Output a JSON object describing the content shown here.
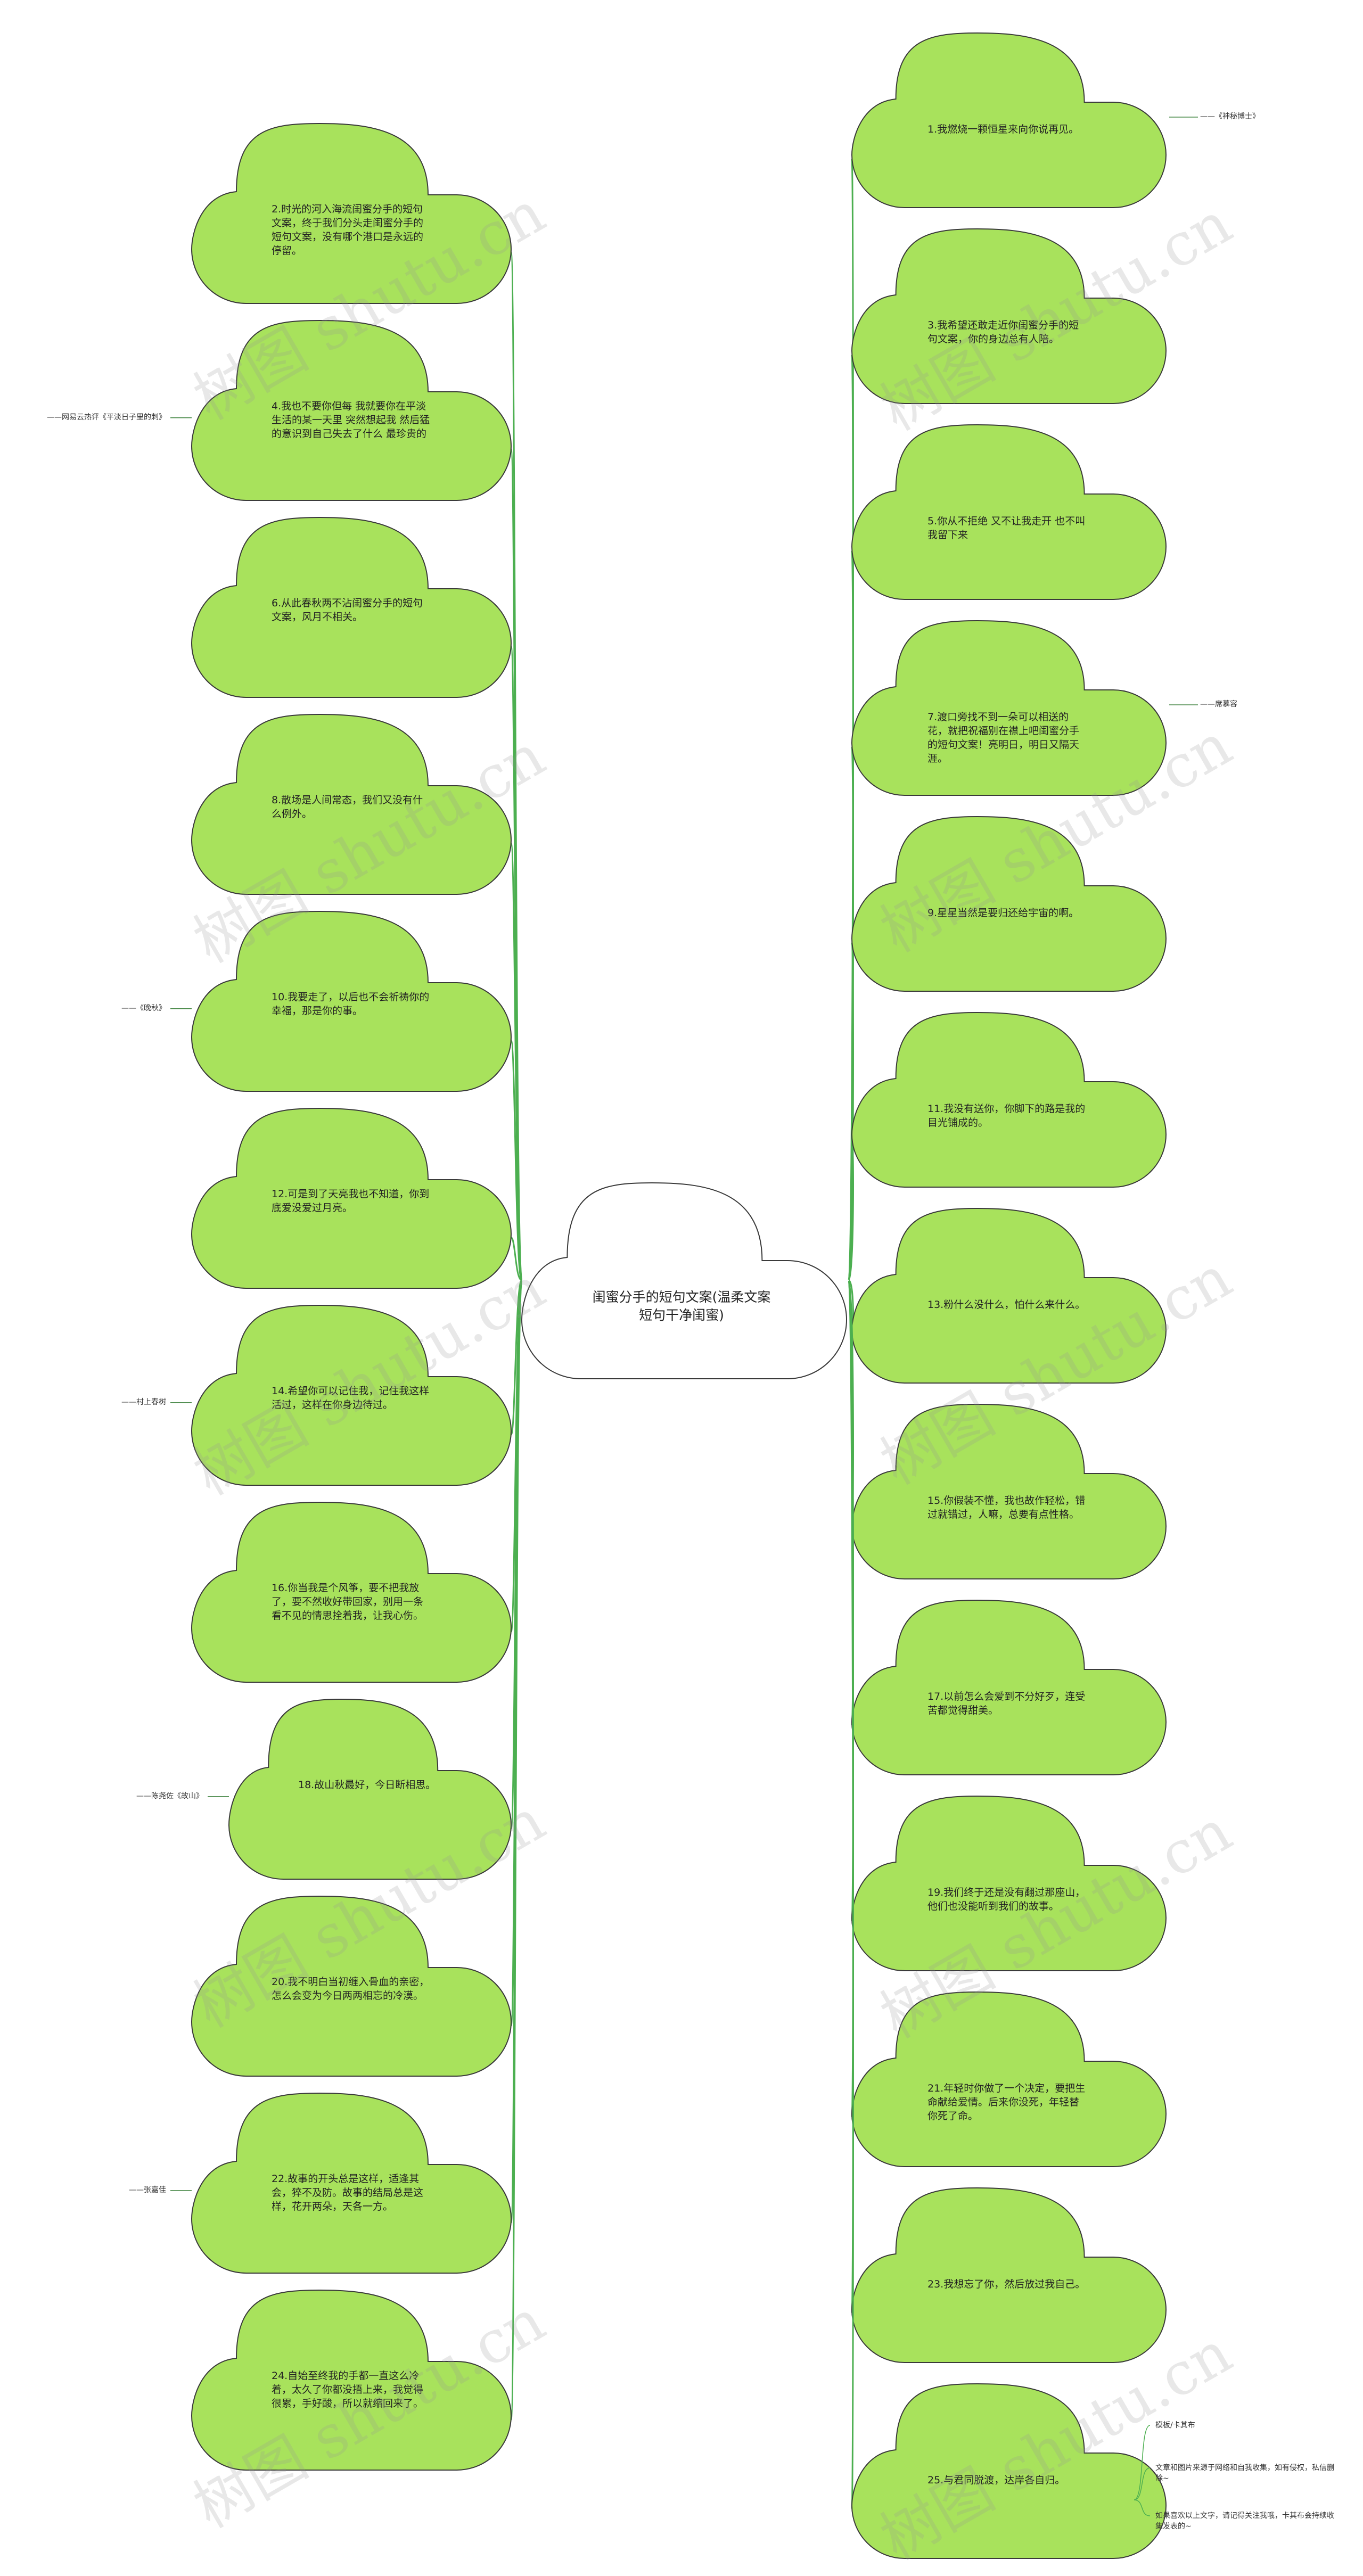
{
  "colors": {
    "cloud_fill": "#a8e25c",
    "cloud_stroke": "#3a3a3a",
    "center_fill": "#ffffff",
    "connector": "#4caf50",
    "source_line": "#4a8a4a"
  },
  "center": {
    "title": "闺蜜分手的短句文案(温柔文案短句干净闺蜜)"
  },
  "left_nodes": [
    {
      "text": "2.时光的河入海流闺蜜分手的短句文案，终于我们分头走闺蜜分手的短句文案，没有哪个港口是永远的停留。",
      "source": ""
    },
    {
      "text": "4.我也不要你但每 我就要你在平淡生活的某一天里 突然想起我 然后猛的意识到自己失去了什么 最珍贵的",
      "source": "——网易云热评《平淡日子里的刺》"
    },
    {
      "text": "6.从此春秋两不沾闺蜜分手的短句文案，风月不相关。",
      "source": ""
    },
    {
      "text": "8.散场是人间常态，我们又没有什么例外。",
      "source": ""
    },
    {
      "text": "10.我要走了，以后也不会祈祷你的幸福，那是你的事。",
      "source": "——《晚秋》"
    },
    {
      "text": "12.可是到了天亮我也不知道，你到底爱没爱过月亮。",
      "source": ""
    },
    {
      "text": "14.希望你可以记住我，记住我这样活过，这样在你身边待过。",
      "source": "——村上春树"
    },
    {
      "text": "16.你当我是个风筝，要不把我放了，要不然收好带回家，别用一条看不见的情思拴着我，让我心伤。",
      "source": ""
    },
    {
      "text": "18.故山秋最好，今日断相思。",
      "source": "——陈尧佐《故山》"
    },
    {
      "text": "20.我不明白当初缠入骨血的亲密，怎么会变为今日两两相忘的冷漠。",
      "source": ""
    },
    {
      "text": "22.故事的开头总是这样，适逢其会，猝不及防。故事的结局总是这样，花开两朵，天各一方。",
      "source": "——张嘉佳"
    },
    {
      "text": "24.自始至终我的手都一直这么冷着，太久了你都没捂上来，我觉得很累，手好酸，所以就缩回来了。",
      "source": ""
    }
  ],
  "right_nodes": [
    {
      "text": "1.我燃烧一颗恒星来向你说再见。",
      "source": "——《神秘博士》"
    },
    {
      "text": "3.我希望还敢走近你闺蜜分手的短句文案，你的身边总有人陪。",
      "source": ""
    },
    {
      "text": "5.你从不拒绝 又不让我走开 也不叫我留下来",
      "source": ""
    },
    {
      "text": "7.渡口旁找不到一朵可以相送的花，就把祝福别在襟上吧闺蜜分手的短句文案！亮明日，明日又隔天涯。",
      "source": "——席慕容"
    },
    {
      "text": "9.星星当然是要归还给宇宙的啊。",
      "source": ""
    },
    {
      "text": "11.我没有送你，你脚下的路是我的目光铺成的。",
      "source": ""
    },
    {
      "text": "13.粉什么没什么，怕什么来什么。",
      "source": ""
    },
    {
      "text": "15.你假装不懂，我也故作轻松，错过就错过，人嘛，总要有点性格。",
      "source": ""
    },
    {
      "text": "17.以前怎么会爱到不分好歹，连受苦都觉得甜美。",
      "source": ""
    },
    {
      "text": "19.我们终于还是没有翻过那座山，他们也没能听到我们的故事。",
      "source": ""
    },
    {
      "text": "21.年轻时你做了一个决定，要把生命献给爱情。后来你没死，年轻替你死了命。",
      "source": ""
    },
    {
      "text": "23.我想忘了你，然后放过我自己。",
      "source": ""
    },
    {
      "text": "25.与君同脱渡，达岸各自归。",
      "source": ""
    }
  ],
  "notes": [
    "模板/卡其布",
    "文章和图片来源于网络和自我收集，如有侵权，私信删除~",
    "如果喜欢以上文字，请记得关注我哦，卡其布会持续收集发表的~"
  ],
  "watermark": "树图 shutu.cn"
}
